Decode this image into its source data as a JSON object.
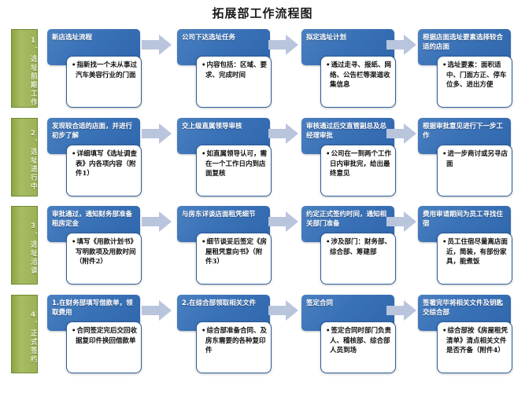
{
  "title": "拓展部工作流程图",
  "colors": {
    "header_blue": "#3a72b8",
    "phase_green": "#9cb256",
    "arrow_gray_blue": "#b9c5dd",
    "body_border": "#2e5d96",
    "background": "#ffffff"
  },
  "rows": [
    {
      "phase": "1、选址前期工作",
      "steps": [
        {
          "head": "新店选址流程",
          "body": "指新找一个未从事过汽车美容行业的门面"
        },
        {
          "head": "公司下达选址任务",
          "body": "内容包括：区域、要求、完成时间"
        },
        {
          "head": "拟定选址计划",
          "body": "通过走寻、报纸、网络、公告栏等渠道收集信息"
        },
        {
          "head": "根据店面选址要素选择较合适的店面",
          "body": "选址要素：面积适中、门面方正、停车位多、进出方便"
        }
      ]
    },
    {
      "phase": "2、选址进行中",
      "steps": [
        {
          "head": "发现较合适的店面，并进行初步了解",
          "body": "详细填写《选址调查表》内各项内容（附件1）"
        },
        {
          "head": "交上级直属领导审核",
          "body": "如直属领导认可，需在一个工作日内到店面复核"
        },
        {
          "head": "审核通过后交直管副总及总经理审批",
          "body": "公司在一到两个工作日内审批完，给出最终意见"
        },
        {
          "head": "根据审批意见进行下一步工作",
          "body": "进一步商讨或另寻店面"
        }
      ]
    },
    {
      "phase": "3、选址洽谈",
      "steps": [
        {
          "head": "审批通过，通知财务部准备租房定金",
          "body": "填写《用款计划书》写明款项及用款时间（附件2）"
        },
        {
          "head": "与房东详谈店面租凭细节",
          "body": "细节谈妥后签定《房屋租凭意向书》（附件3）"
        },
        {
          "head": "约定正式签约时间，通知相关部门准备",
          "body": "涉及部门：财务部、综合部、筹建部"
        },
        {
          "head": "费用审请期间为员工寻找住宿",
          "body": "员工住宿尽量离店面近，简装，有部份家具，能煮饭"
        }
      ]
    },
    {
      "phase": "4、正式签约",
      "steps": [
        {
          "head": "1.在财务部填写借款单，领取费用",
          "body": "合同签定完后交回收据复印件换回借款单"
        },
        {
          "head": "2.在综合部领取相关文件",
          "body": "综合部准备合同、及房东需要的各种复印件"
        },
        {
          "head": "签定合同",
          "body": "签定合同时部门负责人、稽核部、综合部人员到场"
        },
        {
          "head": "签署完毕将相关文件及钥匙交综合部",
          "body": "综合部按《房屋租凭清单》清点相关文件是否齐备（附件4）"
        }
      ]
    }
  ]
}
